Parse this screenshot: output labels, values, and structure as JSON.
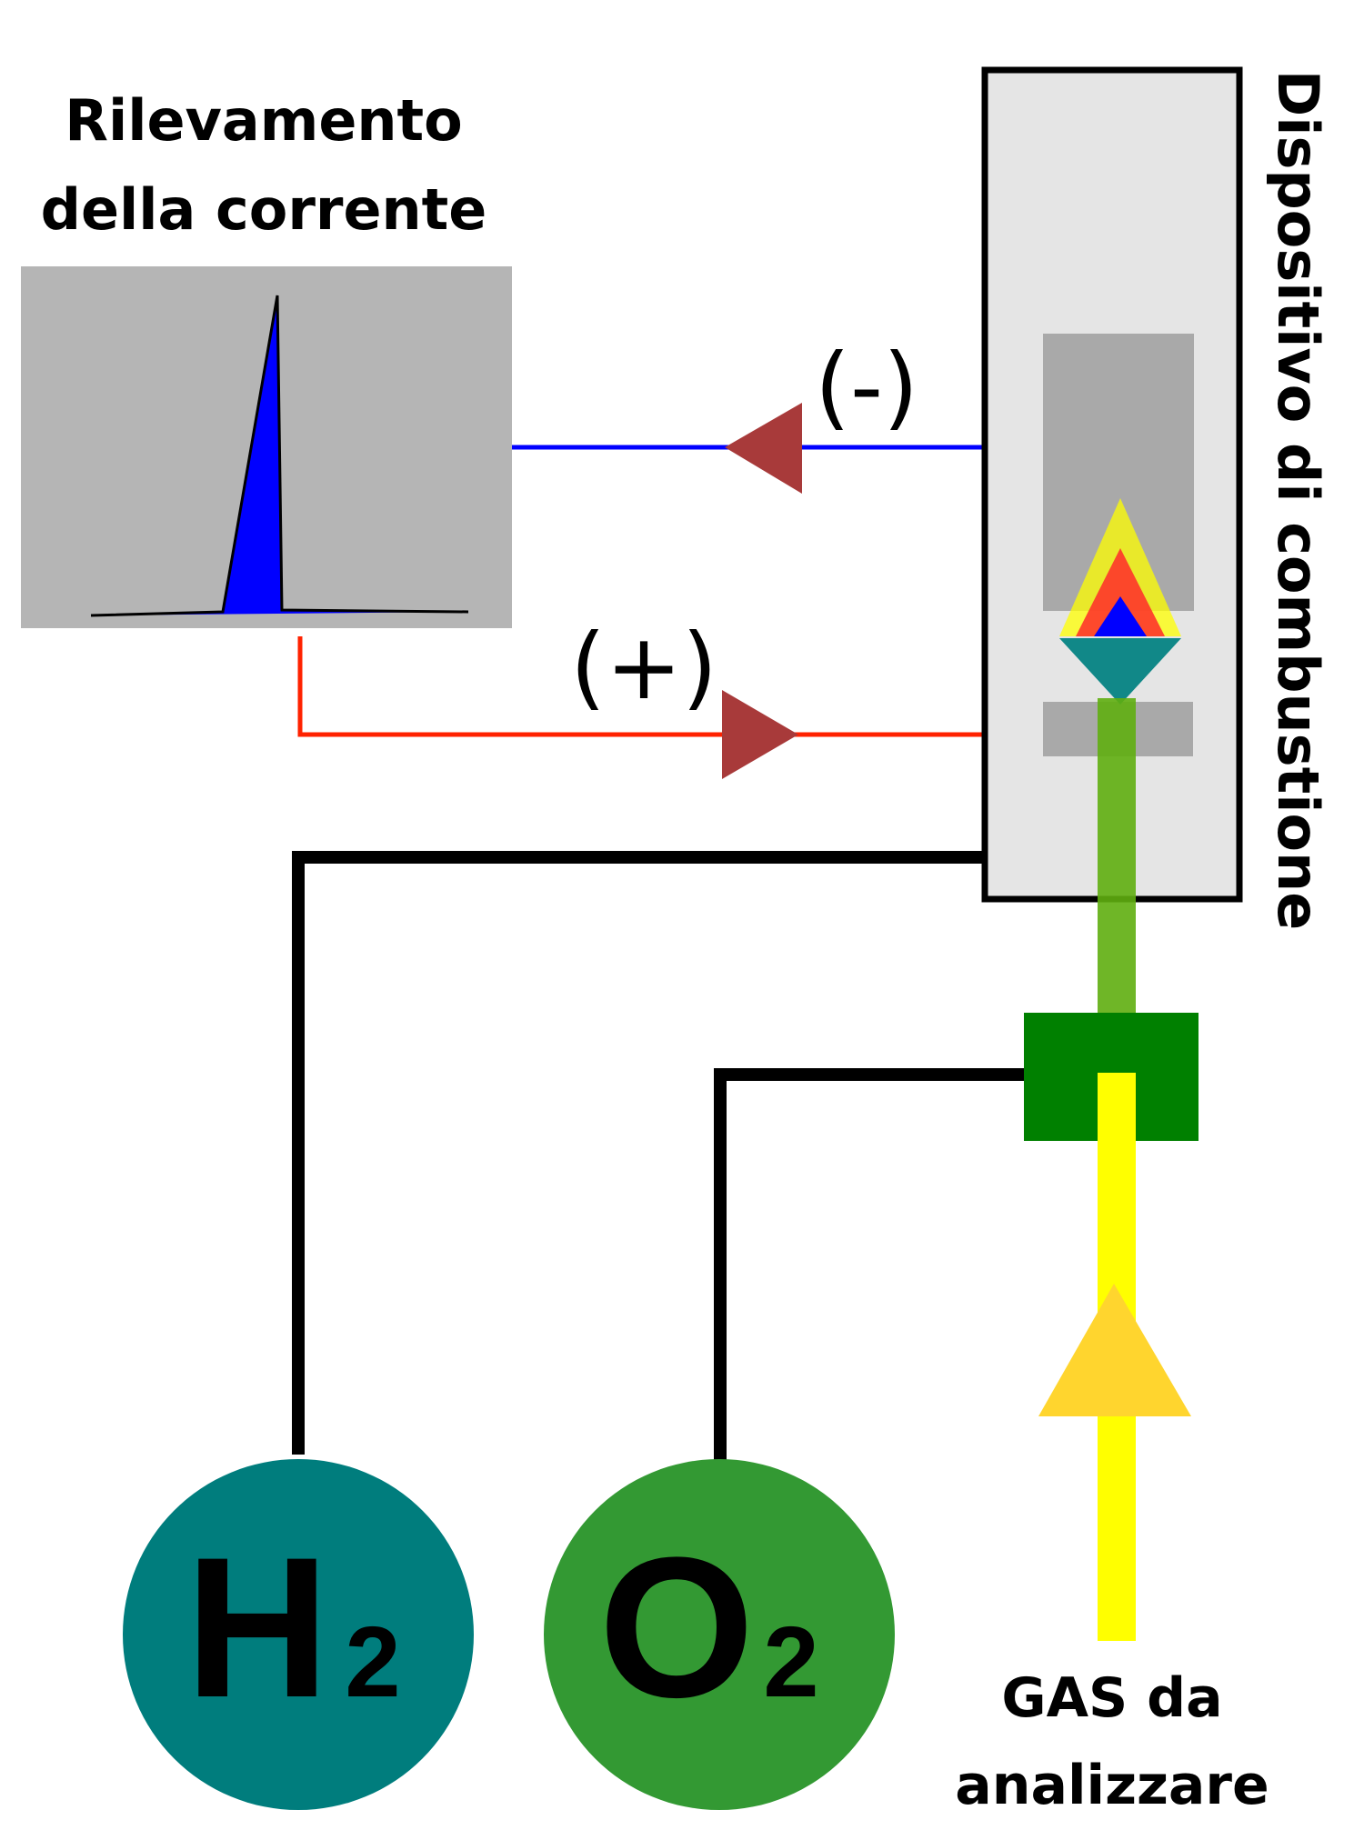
{
  "detector": {
    "title_line1": "Rilevamento",
    "title_line2": "della corrente",
    "panel_color": "#b5b5b5",
    "peak_color": "#0000ff"
  },
  "combustion": {
    "label": "Dispositivo di combustione",
    "body_color": "#e5e5e5",
    "electrode_color": "#a9a9a9"
  },
  "circuit": {
    "negative_label": "(-)",
    "positive_label": "(+)",
    "negative_wire_color": "#0000ff",
    "positive_wire_color": "#ff2200",
    "arrow_color": "#a83a3a"
  },
  "gases": {
    "hydrogen": {
      "symbol": "H",
      "subscript": "2",
      "color": "#007d7d"
    },
    "oxygen": {
      "symbol": "O",
      "subscript": "2",
      "color": "#339933"
    },
    "sample_line1": "GAS da",
    "sample_line2": "analizzare",
    "sample_tube_color": "#ffff00",
    "mixed_tube_color": "#5fae0f",
    "mixer_color": "#008000",
    "sample_arrow_color": "#ffd52e"
  }
}
